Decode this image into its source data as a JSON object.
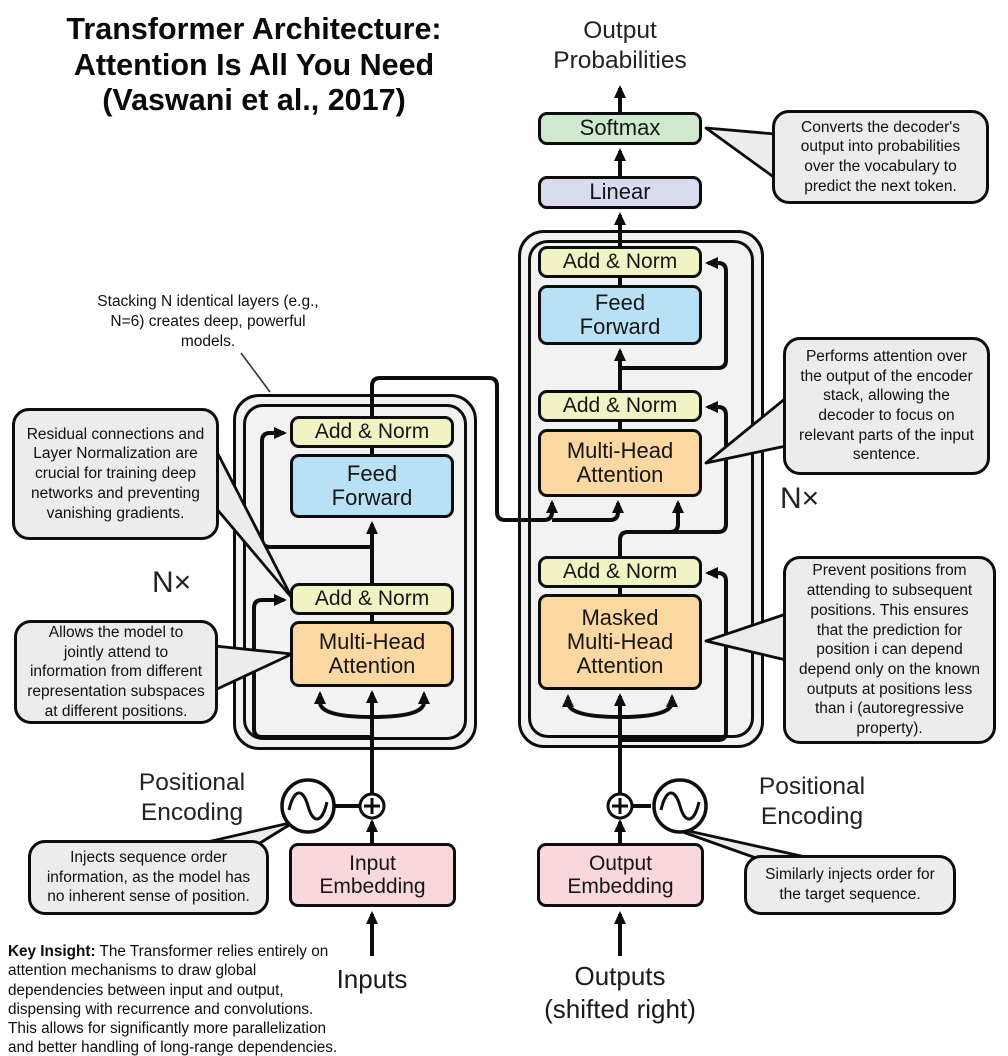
{
  "title": "Transformer Architecture:\nAttention Is All You Need\n(Vaswani et al., 2017)",
  "labels": {
    "output_probabilities": "Output\nProbabilities",
    "inputs": "Inputs",
    "outputs": "Outputs\n(shifted right)",
    "nx_encoder": "N×",
    "nx_decoder": "N×",
    "positional_encoding_left": "Positional\nEncoding",
    "positional_encoding_right": "Positional\nEncoding"
  },
  "blocks": {
    "softmax": {
      "label": "Softmax",
      "color": "#cee9ce"
    },
    "linear": {
      "label": "Linear",
      "color": "#d8dbee"
    },
    "add_norm": {
      "label": "Add & Norm",
      "color": "#f2f3c5"
    },
    "feed_forward": {
      "label": "Feed\nForward",
      "color": "#b9e1f5"
    },
    "multi_head_attention": {
      "label": "Multi-Head\nAttention",
      "color": "#fbd7a2"
    },
    "masked_multi_head_attention": {
      "label": "Masked\nMulti-Head\nAttention",
      "color": "#fbd7a2"
    },
    "input_embedding": {
      "label": "Input\nEmbedding",
      "color": "#f8d7dd"
    },
    "output_embedding": {
      "label": "Output\nEmbedding",
      "color": "#f8d7dd"
    }
  },
  "callouts": {
    "softmax_note": "Converts the decoder's output into probabilities over the vocabulary to predict the next token.",
    "stacking_note": "Stacking N identical layers (e.g., N=6) creates deep, powerful models.",
    "residual_note": "Residual connections and Layer Normalization are crucial for training deep networks and preventing vanishing gradients.",
    "attention_note": "Allows the model to jointly attend to information from different representation subspaces at different positions.",
    "cross_attention_note": "Performs attention over the output of the encoder stack, allowing the decoder to focus on relevant parts of the input sentence.",
    "masking_note": "Prevent positions from attending to subsequent positions. This ensures that the prediction for position i can depend depend only on the known outputs at positions less than i (autoregressive property).",
    "positional_left_note": "Injects sequence order information, as the model has no inherent sense of position.",
    "positional_right_note": "Similarly injects order for the target sequence."
  },
  "key_insight": {
    "label": "Key Insight:",
    "text": "The Transformer relies entirely on attention mechanisms to draw global dependencies between input and output, dispensing with recurrence and convolutions. This allows for significantly more parallelization and better handling of long-range dependencies."
  },
  "palette": {
    "container_fill": "#f2f2f2",
    "callout_fill": "#ececec",
    "line_color": "#0d0d0d",
    "background": "#ffffff"
  }
}
